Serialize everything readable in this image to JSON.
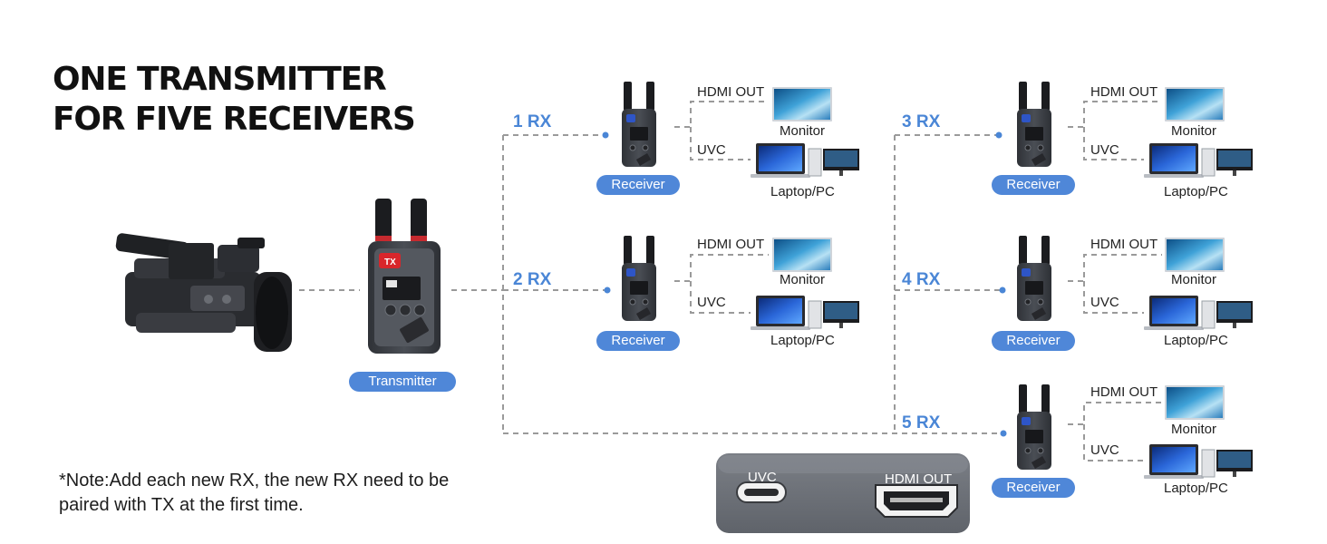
{
  "title": {
    "line1": "ONE TRANSMITTER",
    "line2": "FOR FIVE RECEIVERS"
  },
  "note": "*Note:Add each new RX, the new RX need to be paired with TX at the first time.",
  "transmitter": {
    "label": "Transmitter",
    "tag": "TX"
  },
  "receivers": [
    {
      "id": "1 RX",
      "label": "Receiver",
      "hdmi": "HDMI OUT",
      "uvc": "UVC",
      "monitor": "Monitor",
      "laptop": "Laptop/PC"
    },
    {
      "id": "2 RX",
      "label": "Receiver",
      "hdmi": "HDMI OUT",
      "uvc": "UVC",
      "monitor": "Monitor",
      "laptop": "Laptop/PC"
    },
    {
      "id": "3 RX",
      "label": "Receiver",
      "hdmi": "HDMI OUT",
      "uvc": "UVC",
      "monitor": "Monitor",
      "laptop": "Laptop/PC"
    },
    {
      "id": "4 RX",
      "label": "Receiver",
      "hdmi": "HDMI OUT",
      "uvc": "UVC",
      "monitor": "Monitor",
      "laptop": "Laptop/PC"
    },
    {
      "id": "5 RX",
      "label": "Receiver",
      "hdmi": "HDMI OUT",
      "uvc": "UVC",
      "monitor": "Monitor",
      "laptop": "Laptop/PC"
    }
  ],
  "port_panel": {
    "uvc": "UVC",
    "hdmi": "HDMI OUT"
  },
  "colors": {
    "accent_blue": "#4a86d6",
    "pill_blue": "#4f87d8",
    "line_gray": "#9a9a9a",
    "device_dark": "#3b3e44",
    "tx_red": "#d8262b"
  }
}
